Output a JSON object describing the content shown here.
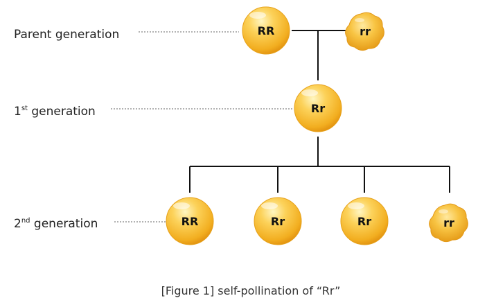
{
  "generations": {
    "parent": {
      "label": "Parent generation"
    },
    "first": {
      "number": "1",
      "suffix": "st",
      "label": " generation"
    },
    "second": {
      "number": "2",
      "suffix": "nd",
      "label": " generation"
    }
  },
  "genotypes": {
    "parent_round": "RR",
    "parent_wrinkled": "rr",
    "first_round": "Rr",
    "second": [
      "RR",
      "Rr",
      "Rr",
      "rr"
    ]
  },
  "caption": "[Figure 1] self-pollination of “Rr”",
  "colors": {
    "seed_light": "#fff4b0",
    "seed_mid": "#f9c23a",
    "seed_dark": "#e89a12",
    "line": "#111111",
    "dotted": "#666666"
  }
}
